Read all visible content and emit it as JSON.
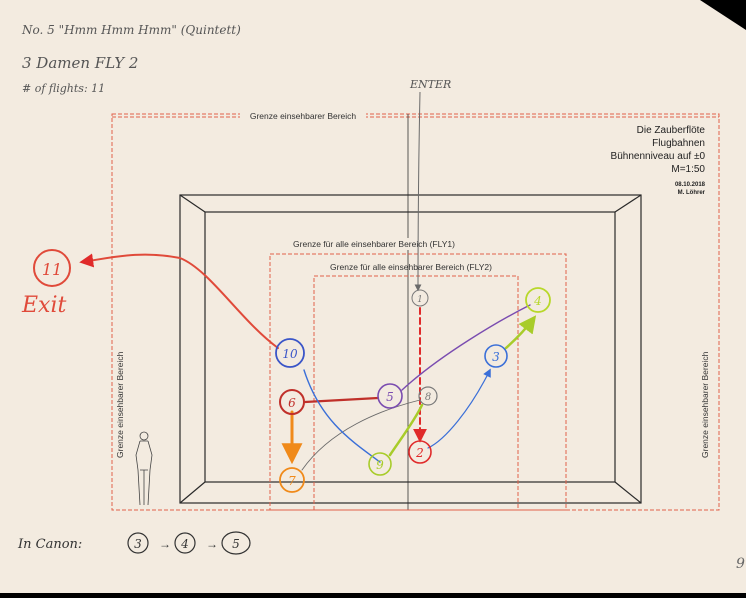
{
  "header_notes": {
    "line1": "No. 5 \"Hmm Hmm Hmm\" (Quintett)",
    "line2": "3 Damen FLY 2",
    "line3": "# of flights: 11"
  },
  "enter_label": "ENTER",
  "title_block": {
    "title": "Die Zauberflöte",
    "subtitle": "Flugbahnen",
    "level": "Bühnenniveau auf ±0",
    "scale": "M=1:50",
    "date": "08.10.2018",
    "author": "M. Löhrer"
  },
  "zone_labels": {
    "outer": "Grenze einsehbarer Bereich",
    "fly1": "Grenze für alle einsehbarer Bereich (FLY1)",
    "fly2": "Grenze für alle einsehbarer Bereich (FLY2)",
    "left_side": "Grenze einsehbarer Bereich",
    "right_side": "Grenze einsehbarer Bereich"
  },
  "exit": {
    "number": "11",
    "label": "Exit"
  },
  "waypoints": [
    {
      "n": "1",
      "color": "#7a7a7a"
    },
    {
      "n": "2",
      "color": "#e02a2a"
    },
    {
      "n": "3",
      "color": "#3a6fd8"
    },
    {
      "n": "4",
      "color": "#b8d82a"
    },
    {
      "n": "5",
      "color": "#7a4cb0"
    },
    {
      "n": "6",
      "color": "#c0302a"
    },
    {
      "n": "7",
      "color": "#f08a1a"
    },
    {
      "n": "8",
      "color": "#7a7a7a"
    },
    {
      "n": "9",
      "color": "#a8cc2a"
    },
    {
      "n": "10",
      "color": "#3a55c8"
    }
  ],
  "footer_note": {
    "prefix": "In Canon:",
    "sequence": [
      "3",
      "4",
      "5"
    ]
  },
  "page_number": "9",
  "colors": {
    "paper": "#f3ebe0",
    "zone_line": "#e0604a",
    "stage_line": "#2a2a2a",
    "pencil": "#5a5a5a"
  }
}
